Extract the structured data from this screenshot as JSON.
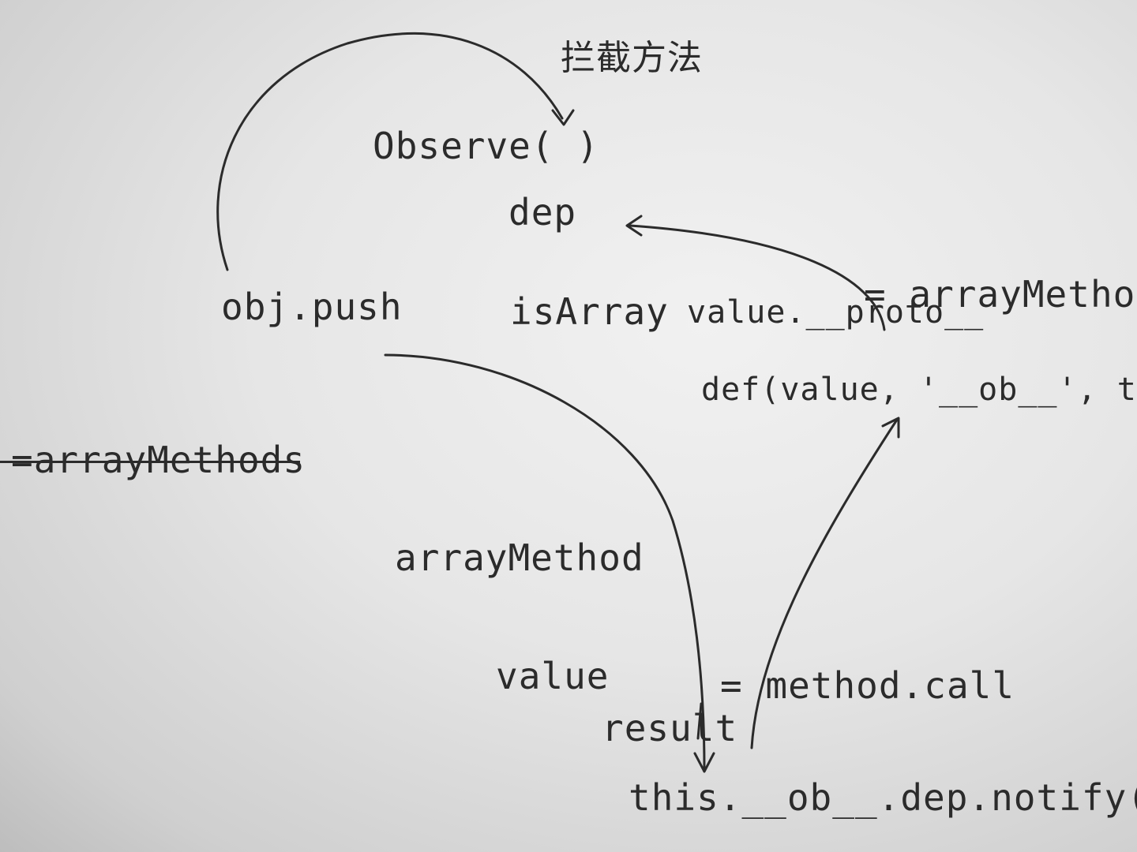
{
  "notes": {
    "intercept_label": "拦截方法",
    "observe": "Observe( )",
    "dep": "dep",
    "obj_push": "obj.push",
    "is_array": "isArray",
    "value_proto": "value.__proto__",
    "proto_equals_array_methods": "= arrayMethods",
    "def_call": "def(value, '__ob__', this)",
    "struck_array_methods": "=arrayMethods",
    "array_method": "arrayMethod",
    "value": "value",
    "result": "result",
    "method_call": "= method.call",
    "notify": "this.__ob__.dep.notify()"
  }
}
